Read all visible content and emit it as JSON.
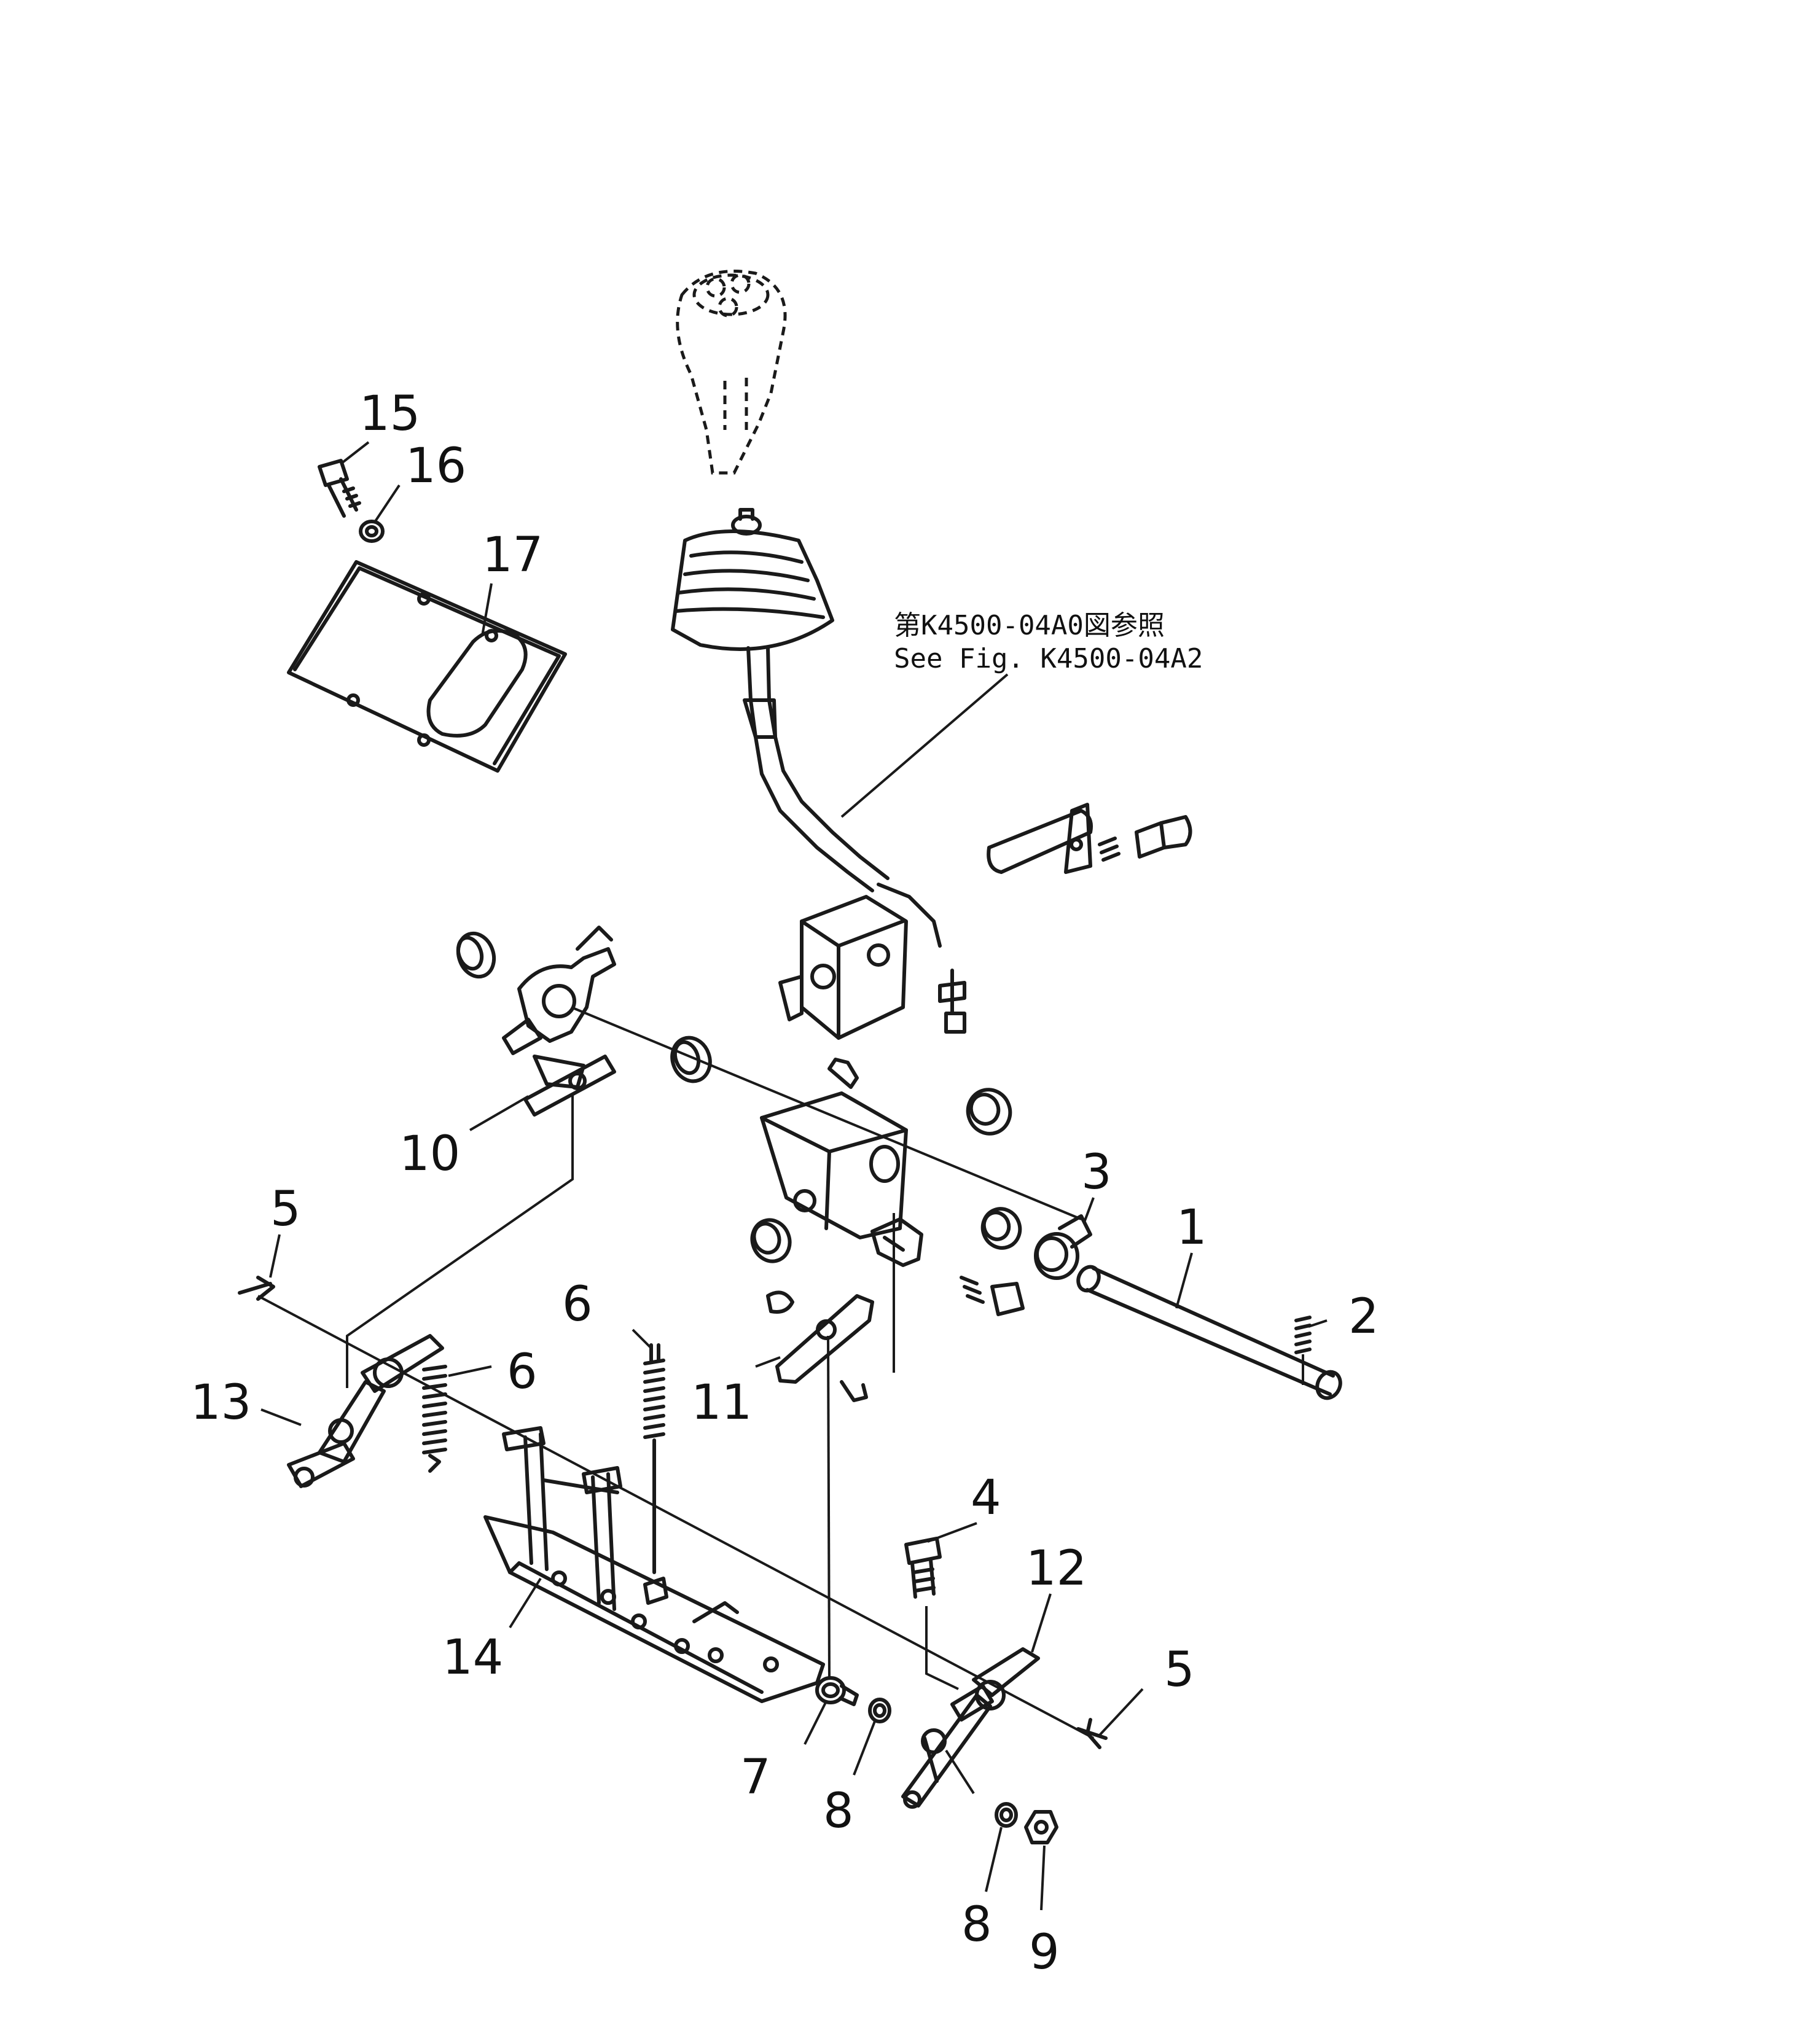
{
  "diagram": {
    "reference_note": {
      "line1": "第K4500-04A0図参照",
      "line2": "See Fig. K4500-04A2"
    },
    "callouts": [
      {
        "key": "c1",
        "label": "1"
      },
      {
        "key": "c2",
        "label": "2"
      },
      {
        "key": "c3",
        "label": "3"
      },
      {
        "key": "c4",
        "label": "4"
      },
      {
        "key": "c5a",
        "label": "5"
      },
      {
        "key": "c5b",
        "label": "5"
      },
      {
        "key": "c6a",
        "label": "6"
      },
      {
        "key": "c6b",
        "label": "6"
      },
      {
        "key": "c7",
        "label": "7"
      },
      {
        "key": "c8a",
        "label": "8"
      },
      {
        "key": "c8b",
        "label": "8"
      },
      {
        "key": "c9",
        "label": "9"
      },
      {
        "key": "c10",
        "label": "10"
      },
      {
        "key": "c11",
        "label": "11"
      },
      {
        "key": "c12",
        "label": "12"
      },
      {
        "key": "c13",
        "label": "13"
      },
      {
        "key": "c14",
        "label": "14"
      },
      {
        "key": "c15",
        "label": "15"
      },
      {
        "key": "c16",
        "label": "16"
      },
      {
        "key": "c17",
        "label": "17"
      }
    ]
  }
}
